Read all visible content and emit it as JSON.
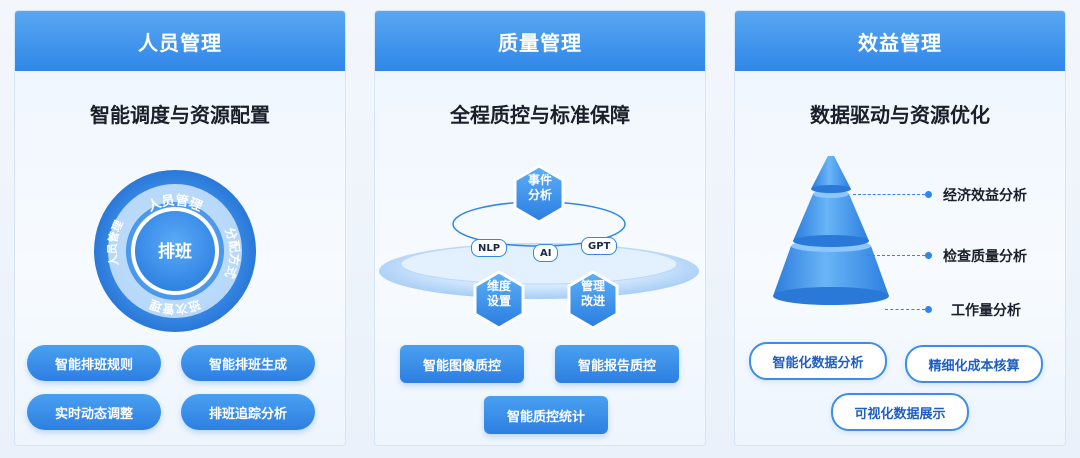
{
  "panels": [
    {
      "title": "人员管理",
      "subtitle": "智能调度与资源配置",
      "ring_center": "排班",
      "ring_labels": [
        "人员管理",
        "分配方式",
        "班次管理",
        "人员管理"
      ],
      "buttons": [
        "智能排班规则",
        "智能排班生成",
        "实时动态调整",
        "排班追踪分析"
      ]
    },
    {
      "title": "质量管理",
      "subtitle": "全程质控与标准保障",
      "hexagons": [
        "事件分析",
        "维度设置",
        "管理改进"
      ],
      "chips": [
        "NLP",
        "AI",
        "GPT"
      ],
      "buttons": [
        "智能图像质控",
        "智能报告质控",
        "智能质控统计"
      ]
    },
    {
      "title": "效益管理",
      "subtitle": "数据驱动与资源优化",
      "cone_labels": [
        "经济效益分析",
        "检查质量分析",
        "工作量分析"
      ],
      "buttons": [
        "智能化数据分析",
        "精细化成本核算",
        "可视化数据展示"
      ]
    }
  ],
  "colors": {
    "primary": "#2f87e8",
    "primary_light": "#5aa7f3",
    "text_dark": "#1a1f2b"
  }
}
